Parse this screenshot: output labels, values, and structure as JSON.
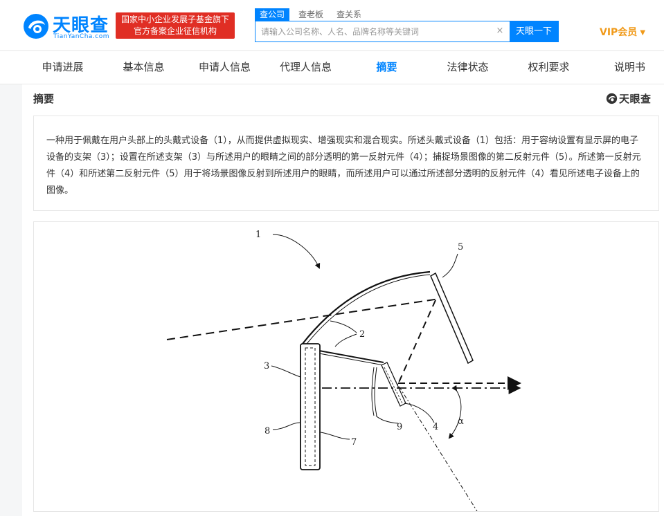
{
  "header": {
    "logo_text": "天眼查",
    "logo_sub": "TianYanCha.com",
    "badge_line1": "国家中小企业发展子基金旗下",
    "badge_line2": "官方备案企业征信机构",
    "search_tabs": [
      "查公司",
      "查老板",
      "查关系"
    ],
    "search_placeholder": "请输入公司名称、人名、品牌名称等关键词",
    "clear_symbol": "×",
    "search_button": "天眼一下",
    "vip_label": "VIP会员",
    "vip_caret": "▼"
  },
  "nav": {
    "items": [
      "申请进展",
      "基本信息",
      "申请人信息",
      "代理人信息",
      "摘要",
      "法律状态",
      "权利要求",
      "说明书"
    ],
    "active_index": 4
  },
  "abstract": {
    "title": "摘要",
    "watermark": "天眼查",
    "text": "一种用于佩戴在用户头部上的头戴式设备（1），从而提供虚拟现实、增强现实和混合现实。所述头戴式设备（1）包括：用于容纳设置有显示屏的电子设备的支架（3）；设置在所述支架（3）与所述用户的眼睛之间的部分透明的第一反射元件（4）；捕捉场景图像的第二反射元件（5）。所述第一反射元件（4）和所述第二反射元件（5）用于将场景图像反射到所述用户的眼睛，而所述用户可以通过所述部分透明的反射元件（4）看见所述电子设备上的图像。"
  },
  "figure": {
    "labels": [
      "1",
      "2",
      "3",
      "4",
      "5",
      "7",
      "8",
      "9",
      "α"
    ]
  },
  "colors": {
    "brand_blue": "#0084ff",
    "badge_red": "#e02e24",
    "vip_orange": "#f09a1a"
  }
}
